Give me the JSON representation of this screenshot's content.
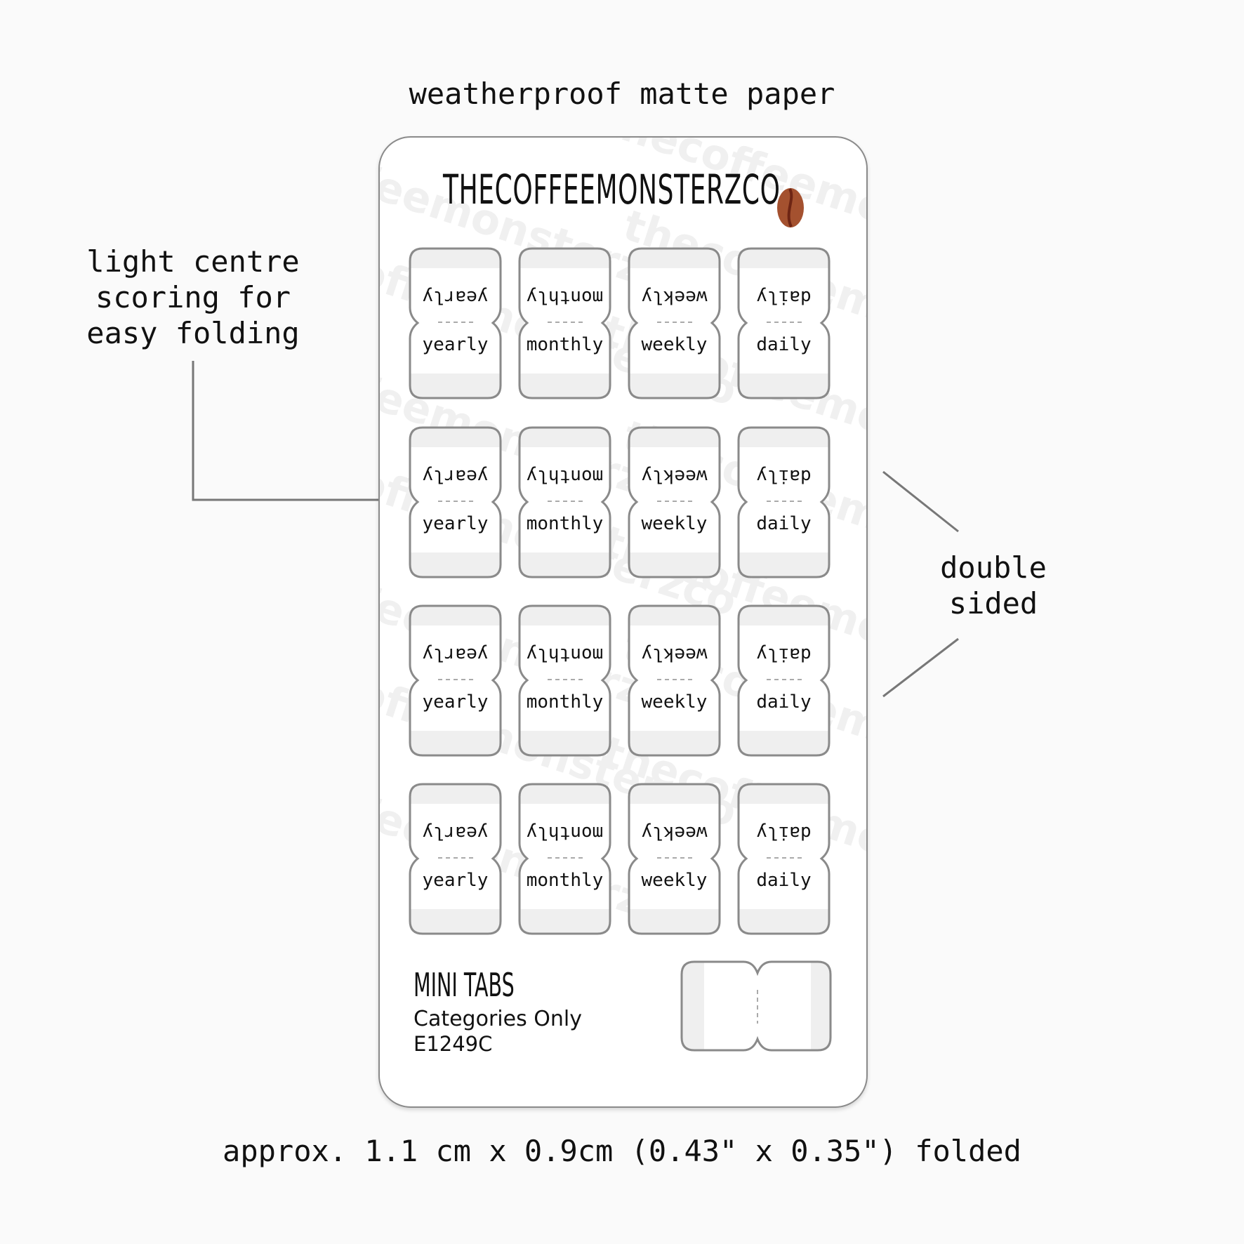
{
  "header": {
    "title": "weatherproof matte paper"
  },
  "annotations": {
    "left_note": "light centre\nscoring for\neasy folding",
    "right_note": "double\nsided",
    "size_note": "approx. 1.1 cm x 0.9cm (0.43\" x 0.35\") folded"
  },
  "sheet": {
    "brand": "THECOFFEEMONSTERZCO",
    "watermark": "thecoffeemonsterzco",
    "tab_labels": [
      "yearly",
      "monthly",
      "weekly",
      "daily"
    ],
    "rows": 4,
    "product_name": "MINI TABS",
    "subtitle": "Categories Only",
    "code": "E1249C"
  },
  "colors": {
    "bean": "#a4512f",
    "bean_line": "#6e2514",
    "outline": "#8a8a8a",
    "band": "#efefef"
  }
}
